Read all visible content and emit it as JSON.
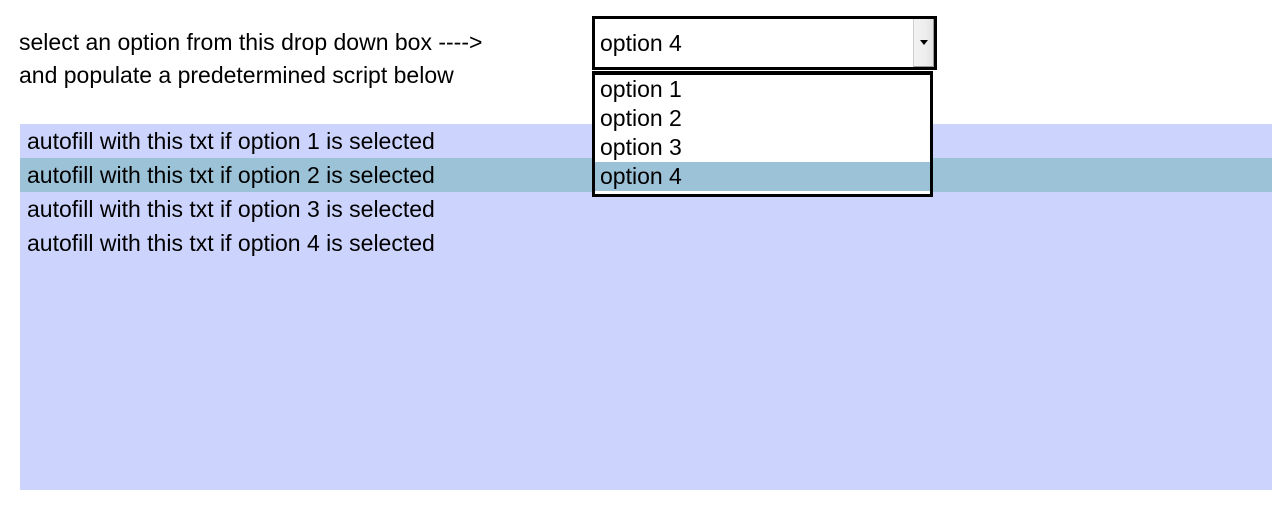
{
  "instructions": {
    "line1": "select an option from this drop down box ---->",
    "line2": "and populate a predetermined script below"
  },
  "dropdown": {
    "selected_value": "option 4",
    "arrow_icon": "chevron-down-icon",
    "options": [
      {
        "label": "option 1",
        "selected": false
      },
      {
        "label": "option 2",
        "selected": false
      },
      {
        "label": "option 3",
        "selected": false
      },
      {
        "label": "option 4",
        "selected": true
      }
    ]
  },
  "script_panel": {
    "rows": [
      {
        "text": "autofill with this txt if option 1 is selected",
        "highlighted": false
      },
      {
        "text": "autofill with this txt if option 2 is selected",
        "highlighted": true
      },
      {
        "text": "autofill with this txt if option 3 is selected",
        "highlighted": false
      },
      {
        "text": "autofill with this txt if option 4 is selected",
        "highlighted": false
      }
    ]
  },
  "colors": {
    "panel_background": "#ccd4fd",
    "highlight": "#9cc2d8",
    "border": "#000000",
    "page_background": "#ffffff",
    "text": "#000000"
  }
}
